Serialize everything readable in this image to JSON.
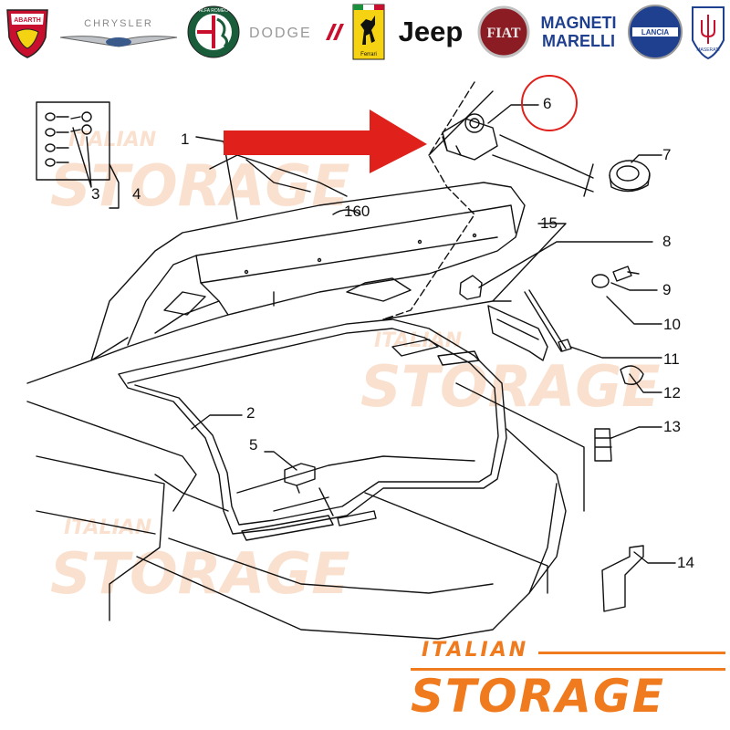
{
  "brands": {
    "abarth": "ABARTH",
    "chrysler": "CHRYSLER",
    "alfa_romeo": "ALFA ROMEO",
    "dodge": "DODGE",
    "ferrari": "Ferrari",
    "jeep": "Jeep",
    "fiat": "FIAT",
    "magneti_line1": "MAGNETI",
    "magneti_line2": "MARELLI",
    "lancia": "LANCIA",
    "maserati": "MASERATI"
  },
  "callouts": [
    "1",
    "2",
    "3",
    "4",
    "5",
    "6",
    "7",
    "8",
    "9",
    "10",
    "11",
    "12",
    "13",
    "14",
    "15"
  ],
  "part_label": "160",
  "watermark": {
    "line1": "ITALIAN",
    "line2": "STORAGE"
  },
  "footer_logo": {
    "line1": "ITALIAN",
    "line2": "STORAGE"
  },
  "colors": {
    "brand_orange": "#f07a1e",
    "arrow_red": "#e0201b",
    "highlight_circle": "#e0201b",
    "line_art": "#111111"
  }
}
